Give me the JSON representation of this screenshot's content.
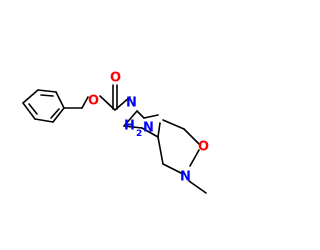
{
  "structure": {
    "atoms": {
      "carbamate_O": {
        "text": "O",
        "color": "#ff0000"
      },
      "carbonyl_O": {
        "text": "O",
        "color": "#ff0000"
      },
      "ring_N": {
        "text": "N",
        "color": "#0000ff"
      },
      "amine_N": {
        "text": "N",
        "color": "#0000ff"
      },
      "amine_H": {
        "text": "H",
        "color": "#0000ff"
      },
      "amine_sub": {
        "text": "2",
        "color": "#0000ff"
      },
      "lactam_O": {
        "text": "O",
        "color": "#ff0000"
      },
      "lactam_N": {
        "text": "N",
        "color": "#0000ff"
      }
    }
  }
}
